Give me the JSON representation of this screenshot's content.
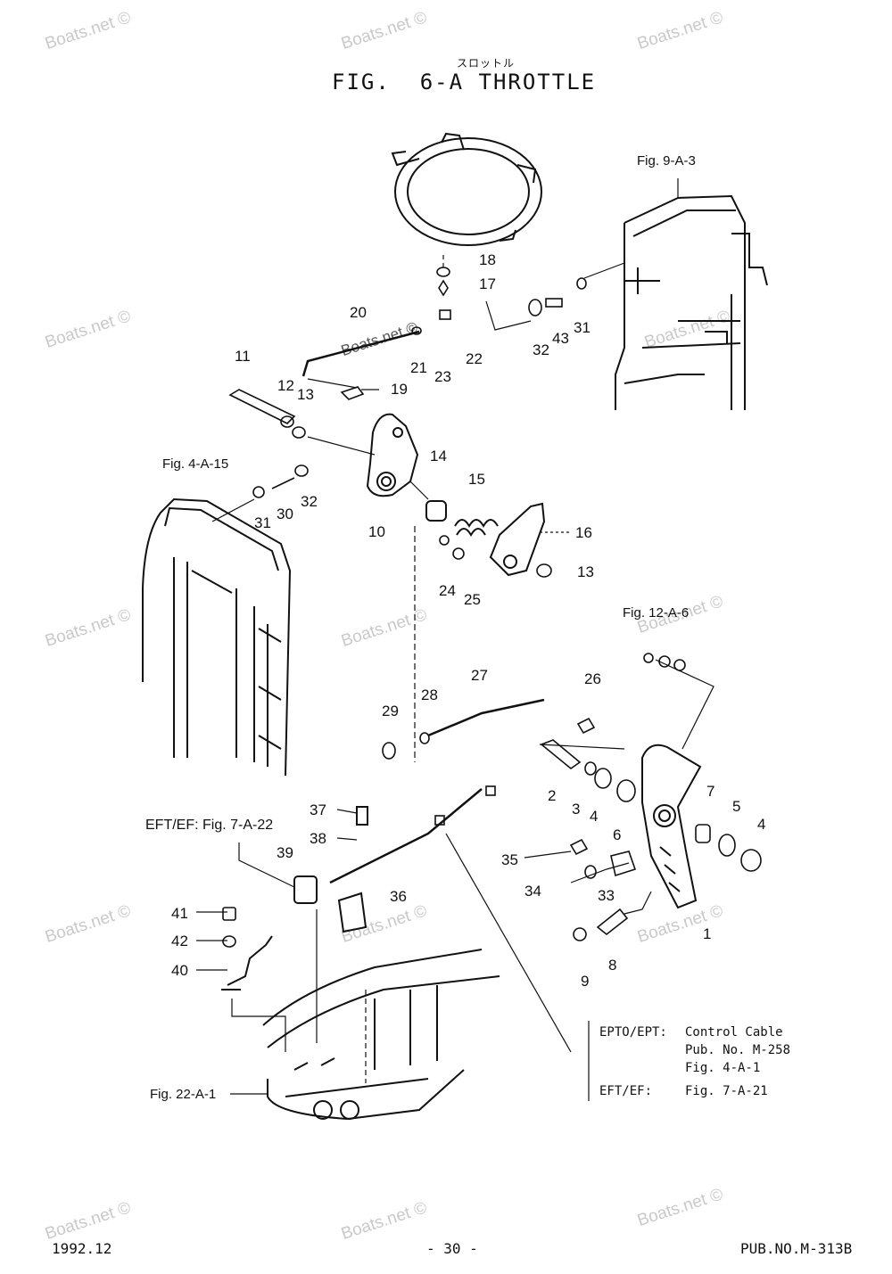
{
  "watermark": "Boats.net ©",
  "header": {
    "japanese": "スロットル",
    "title": "FIG.  6-A THROTTLE"
  },
  "callouts": [
    "1",
    "2",
    "3",
    "4",
    "4",
    "5",
    "6",
    "7",
    "8",
    "9",
    "10",
    "11",
    "12",
    "13",
    "13",
    "14",
    "15",
    "16",
    "17",
    "18",
    "19",
    "20",
    "21",
    "22",
    "23",
    "24",
    "25",
    "26",
    "27",
    "28",
    "29",
    "30",
    "31",
    "31",
    "32",
    "32",
    "33",
    "34",
    "35",
    "36",
    "37",
    "38",
    "39",
    "40",
    "41",
    "42",
    "43"
  ],
  "references": {
    "fig_9_a_3": "Fig. 9-A-3",
    "fig_4_a_15": "Fig. 4-A-15",
    "fig_12_a_6": "Fig. 12-A-6",
    "fig_7_a_22": "EFT/EF:  Fig. 7-A-22",
    "fig_22_a_1": "Fig. 22-A-1"
  },
  "legend": {
    "row1_model": "EPTO/EPT:",
    "row1_line1": "Control Cable",
    "row1_line2": "Pub. No. M-258",
    "row1_line3": "Fig. 4-A-1",
    "row2_model": "EFT/EF:",
    "row2_value": "Fig. 7-A-21"
  },
  "footer": {
    "date": "1992.12",
    "page": "- 30 -",
    "pub": "PUB.NO.M-313B"
  }
}
